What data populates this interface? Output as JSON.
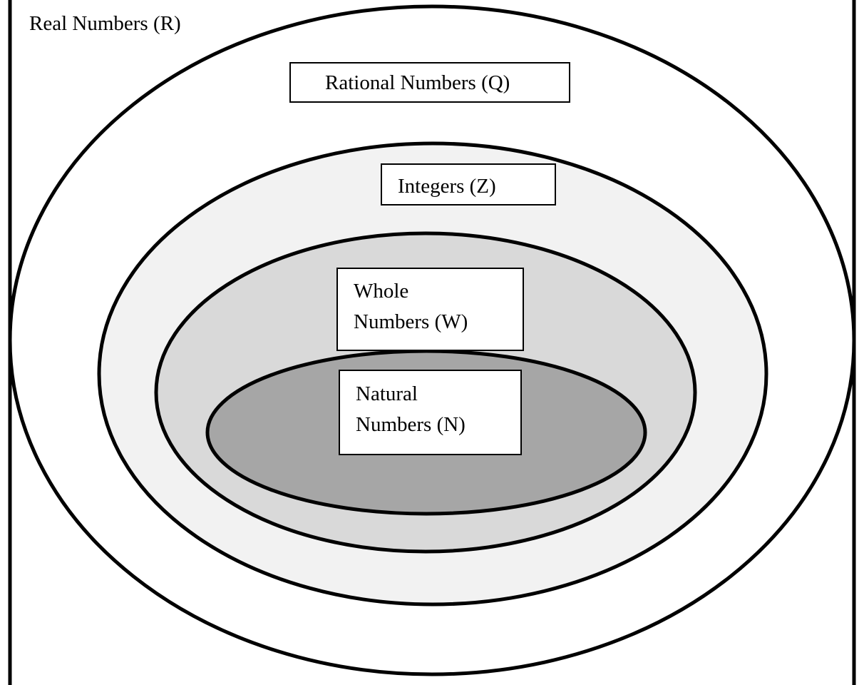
{
  "sets": {
    "real": {
      "label": "Real Numbers (R)",
      "fill": "#ffffff"
    },
    "rational": {
      "label": "Rational Numbers (Q)",
      "fill": "#ffffff"
    },
    "integers": {
      "label": "Integers (Z)",
      "fill": "#f2f2f2"
    },
    "whole": {
      "line1": "Whole",
      "line2": "Numbers (W)",
      "fill": "#d9d9d9"
    },
    "natural": {
      "line1": "Natural",
      "line2": "Numbers (N)",
      "fill": "#a6a6a6"
    }
  },
  "colors": {
    "stroke": "#000000",
    "label_box_fill": "#ffffff"
  }
}
